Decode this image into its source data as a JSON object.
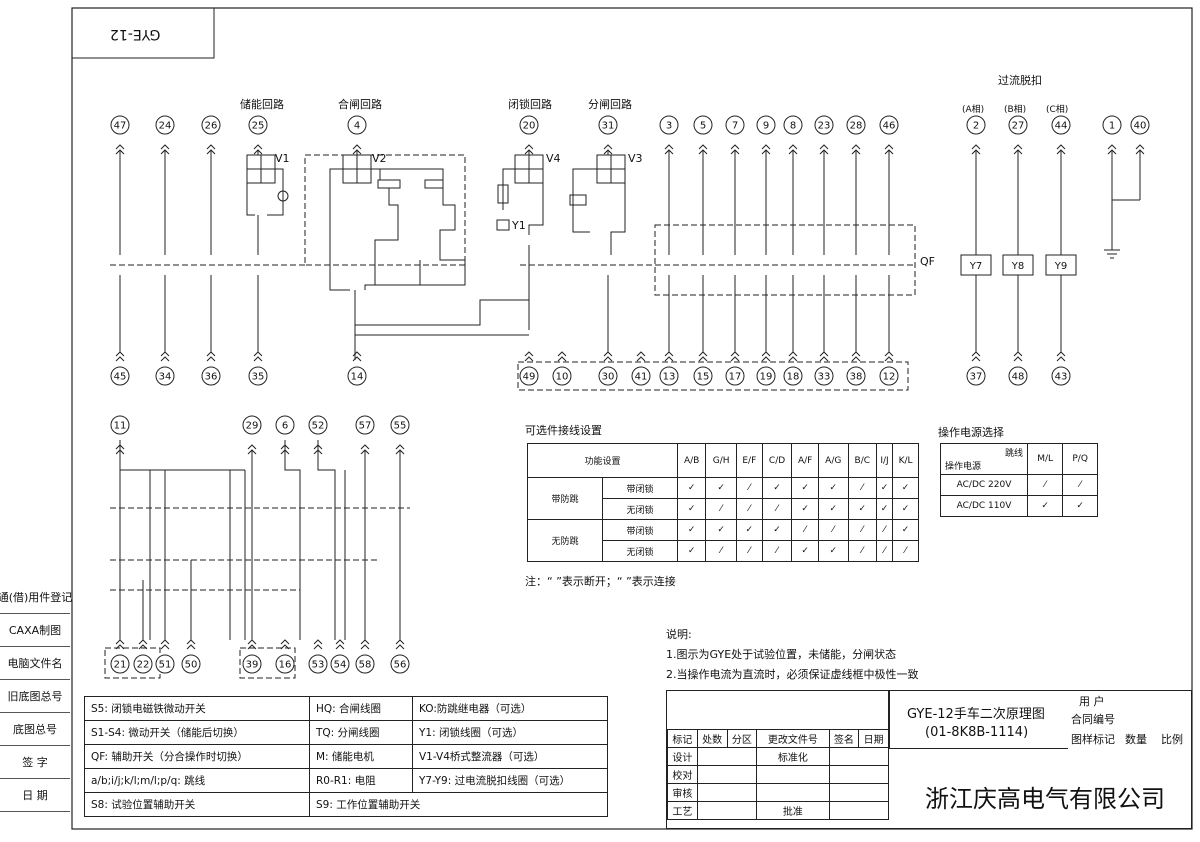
{
  "drawing_code_box": "GYE-12",
  "circuit_titles": {
    "storage": "储能回路",
    "closing": "合闸回路",
    "lockout": "闭锁回路",
    "opening": "分闸回路",
    "overcurrent": "过流脱扣",
    "phase_a": "(A相)",
    "phase_b": "(B相)",
    "phase_c": "(C相)"
  },
  "top_terminals": [
    "47",
    "24",
    "26",
    "25",
    "4",
    "20",
    "31",
    "3",
    "5",
    "7",
    "9",
    "8",
    "23",
    "28",
    "46",
    "2",
    "27",
    "44",
    "1",
    "40"
  ],
  "bottom_terminals": [
    "45",
    "34",
    "36",
    "35",
    "14",
    "49",
    "10",
    "30",
    "41",
    "13",
    "15",
    "17",
    "19",
    "18",
    "33",
    "38",
    "12",
    "37",
    "48",
    "43"
  ],
  "lower_top_terminals": [
    "11",
    "29",
    "6",
    "52",
    "57",
    "55"
  ],
  "lower_bottom_terminals": [
    "21",
    "22",
    "51",
    "50",
    "39",
    "16",
    "53",
    "54",
    "58",
    "56"
  ],
  "components": {
    "v1": "V1",
    "v2": "V2",
    "v3": "V3",
    "v4": "V4",
    "y1": "Y1",
    "y7": "Y7",
    "y8": "Y8",
    "y9": "Y9",
    "qf": "QF"
  },
  "option_table": {
    "title": "可选件接线设置",
    "header_label": "功能设置",
    "columns": [
      "A/B",
      "G/H",
      "E/F",
      "C/D",
      "A/F",
      "A/G",
      "B/C",
      "I/J",
      "K/L"
    ],
    "groups": [
      {
        "name": "带防跳",
        "rows": [
          {
            "label": "带闭锁",
            "marks": [
              "✓",
              "✓",
              "⁄",
              "✓",
              "✓",
              "✓",
              "⁄",
              "✓",
              "✓"
            ]
          },
          {
            "label": "无闭锁",
            "marks": [
              "✓",
              "⁄",
              "⁄",
              "⁄",
              "✓",
              "✓",
              "✓",
              "✓",
              "✓"
            ]
          }
        ]
      },
      {
        "name": "无防跳",
        "rows": [
          {
            "label": "带闭锁",
            "marks": [
              "✓",
              "✓",
              "✓",
              "✓",
              "⁄",
              "⁄",
              "⁄",
              "⁄",
              "✓"
            ]
          },
          {
            "label": "无闭锁",
            "marks": [
              "✓",
              "⁄",
              "⁄",
              "⁄",
              "✓",
              "✓",
              "⁄",
              "⁄",
              "⁄"
            ]
          }
        ]
      }
    ],
    "note": "注：“ ”表示断开；“ ”表示连接"
  },
  "power_table": {
    "title": "操作电源选择",
    "corner_top": "跳线",
    "corner_bottom": "操作电源",
    "columns": [
      "M/L",
      "P/Q"
    ],
    "rows": [
      {
        "label": "AC/DC 220V",
        "marks": [
          "⁄",
          "⁄"
        ]
      },
      {
        "label": "AC/DC 110V",
        "marks": [
          "✓",
          "✓"
        ]
      }
    ]
  },
  "notes": {
    "title": "说明:",
    "items": [
      "1.图示为GYE处于试验位置，未储能，分闸状态",
      "2.当操作电流为直流时，必须保证虚线框中极性一致"
    ]
  },
  "legend": [
    [
      "S5: 闭锁电磁铁微动开关",
      "HQ: 合闸线圈",
      "KO:防跳继电器（可选）"
    ],
    [
      "S1-S4: 微动开关（储能后切换）",
      "TQ: 分闸线圈",
      "Y1: 闭锁线圈（可选）"
    ],
    [
      "QF: 辅助开关（分合操作时切换）",
      "M: 储能电机",
      "V1-V4桥式整流器（可选）"
    ],
    [
      "a/b;i/j;k/l;m/l;p/q: 跳线",
      "R0-R1: 电阻",
      "Y7-Y9: 过电流脱扣线圈（可选）"
    ],
    [
      "S8: 试验位置辅助开关",
      "S9: 工作位置辅助开关",
      ""
    ]
  ],
  "left_strip": [
    "通(借)用件登记",
    "CAXA制图",
    "电脑文件名",
    "旧底图总号",
    "底图总号",
    "签 字",
    "日 期"
  ],
  "title_block": {
    "drawing_title": "GYE-12手车二次原理图",
    "drawing_number": "(01-8K8B-1114)",
    "user": "用 户",
    "contract": "合同编号",
    "sample_mark": "图样标记",
    "quantity": "数量",
    "scale": "比例",
    "revision_headers": [
      "标记",
      "处数",
      "分区",
      "更改文件号",
      "签名",
      "日期"
    ],
    "roles": [
      "设计",
      "校对",
      "审核",
      "工艺"
    ],
    "standardize": "标准化",
    "approve": "批准",
    "company": "浙江庆高电气有限公司"
  }
}
